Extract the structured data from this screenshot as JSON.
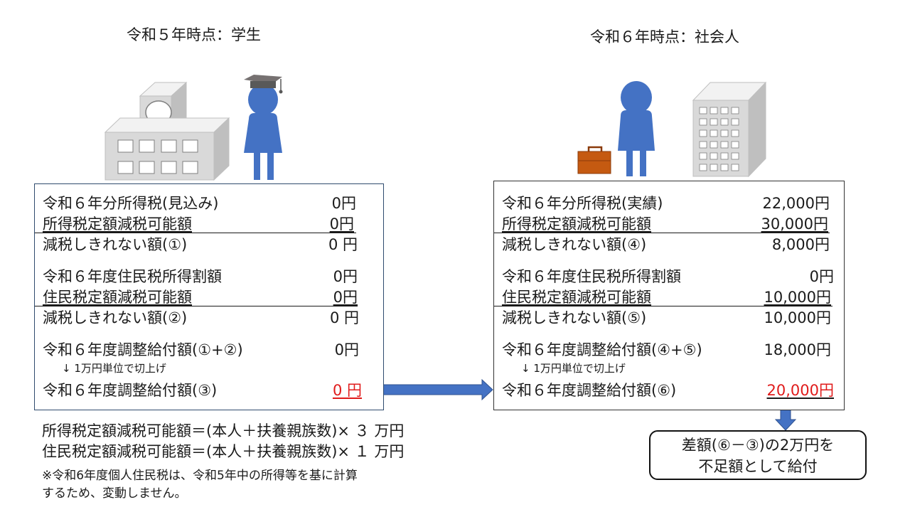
{
  "left": {
    "title": "令和５年時点：学生",
    "rows": [
      {
        "label": "令和６年分所得税(見込み)",
        "value": "0円"
      },
      {
        "label": "所得税定額減税可能額",
        "value": "0円"
      },
      {
        "label": "減税しきれない額(①)",
        "value": "0 円"
      },
      {
        "label": "令和６年度住民税所得割額",
        "value": "0円"
      },
      {
        "label": "住民税定額減税可能額",
        "value": "0円"
      },
      {
        "label": "減税しきれない額(②)",
        "value": "0 円"
      },
      {
        "label": "令和６年度調整給付額(①+②)",
        "value": "0円"
      },
      {
        "label": "令和６年度調整給付額(③)",
        "value": "0 円"
      }
    ],
    "note": "↓ 1万円単位で切上げ"
  },
  "right": {
    "title": "令和６年時点：社会人",
    "rows": [
      {
        "label": "令和６年分所得税(実績)",
        "value": "22,000円"
      },
      {
        "label": "所得税定額減税可能額",
        "value": "30,000円"
      },
      {
        "label": "減税しきれない額(④)",
        "value": "8,000円"
      },
      {
        "label": "令和６年度住民税所得割額",
        "value": "0円"
      },
      {
        "label": "住民税定額減税可能額",
        "value": "10,000円"
      },
      {
        "label": "減税しきれない額(⑤)",
        "value": "10,000円"
      },
      {
        "label": "令和６年度調整給付額(④+⑤)",
        "value": "18,000円"
      },
      {
        "label": "令和６年度調整給付額(⑥)",
        "value": "20,000円"
      }
    ],
    "note": "↓ 1万円単位で切上げ"
  },
  "formulas": {
    "income_tax": "所得税定額減税可能額＝(本人＋扶養親族数)× ３ 万円",
    "resident_tax": "住民税定額減税可能額＝(本人＋扶養親族数)× １ 万円"
  },
  "footnote": {
    "line1": "※令和6年度個人住民税は、令和5年中の所得等を基に計算",
    "line2": "するため、変動しません。"
  },
  "callout": {
    "line1": "差額(⑥－③)の2万円を",
    "line2": "不足額として給付"
  },
  "colors": {
    "person": "#4472c4",
    "arrow": "#4472c4",
    "highlight": "#e01b1b",
    "bag": "#c55a11",
    "building_gray": "#d9d9d9"
  },
  "icons": [
    "school-building-icon",
    "student-person-icon",
    "briefcase-icon",
    "worker-person-icon",
    "office-building-icon"
  ]
}
